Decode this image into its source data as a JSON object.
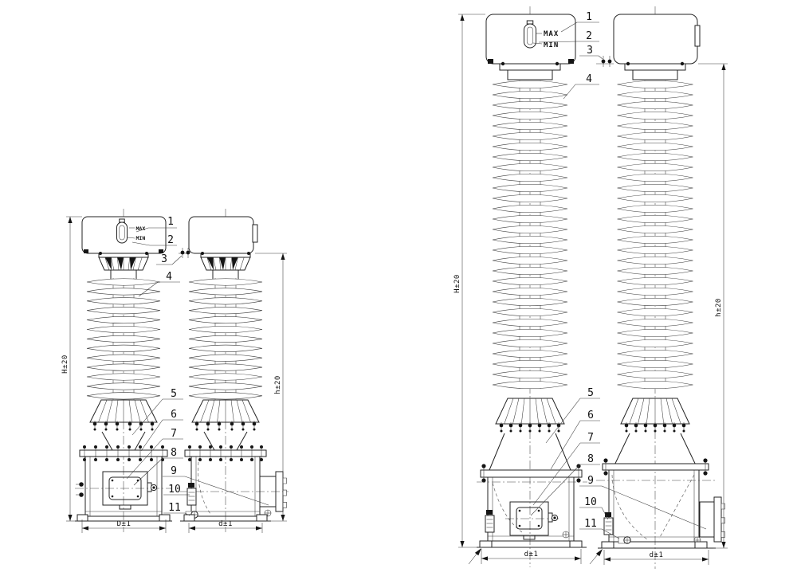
{
  "colors": {
    "background": "#ffffff",
    "line": "#232323"
  },
  "oil_gauge": {
    "max": "MAX",
    "min": "MIN"
  },
  "dimensions": {
    "small_front_height": "H±20",
    "small_front_width": "D±1",
    "small_side_height": "h±20",
    "small_side_width": "d±1",
    "large_front_height": "H±20",
    "large_front_width": "d±1",
    "large_side_height": "h±20",
    "large_side_width": "d±1"
  },
  "callouts": {
    "left": [
      "1",
      "2",
      "3",
      "4",
      "5",
      "6",
      "7",
      "8",
      "9",
      "10",
      "11"
    ],
    "right": [
      "1",
      "2",
      "3",
      "4",
      "5",
      "6",
      "7",
      "8",
      "9",
      "10",
      "11"
    ]
  }
}
